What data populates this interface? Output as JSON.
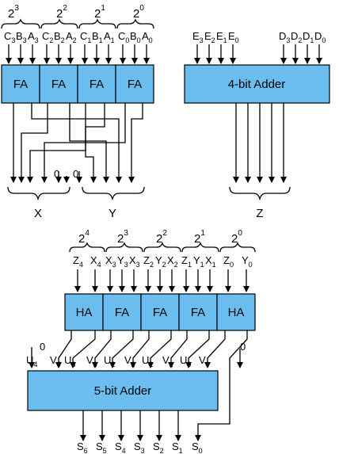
{
  "top_left": {
    "weights": [
      {
        "base": "2",
        "exp": "3"
      },
      {
        "base": "2",
        "exp": "2"
      },
      {
        "base": "2",
        "exp": "1"
      },
      {
        "base": "2",
        "exp": "0"
      }
    ],
    "inputs": [
      {
        "n": "C",
        "s": "3"
      },
      {
        "n": "B",
        "s": "3"
      },
      {
        "n": "A",
        "s": "3"
      },
      {
        "n": "C",
        "s": "2"
      },
      {
        "n": "B",
        "s": "2"
      },
      {
        "n": "A",
        "s": "2"
      },
      {
        "n": "C",
        "s": "1"
      },
      {
        "n": "B",
        "s": "1"
      },
      {
        "n": "A",
        "s": "1"
      },
      {
        "n": "C",
        "s": "0"
      },
      {
        "n": "B",
        "s": "0"
      },
      {
        "n": "A",
        "s": "0"
      }
    ],
    "blocks": [
      "FA",
      "FA",
      "FA",
      "FA"
    ],
    "zero_x": "0",
    "zero_y": "0",
    "group_x": "X",
    "group_y": "Y"
  },
  "top_right": {
    "inputs_e": [
      {
        "n": "E",
        "s": "3"
      },
      {
        "n": "E",
        "s": "2"
      },
      {
        "n": "E",
        "s": "1"
      },
      {
        "n": "E",
        "s": "0"
      }
    ],
    "inputs_d": [
      {
        "n": "D",
        "s": "3"
      },
      {
        "n": "D",
        "s": "2"
      },
      {
        "n": "D",
        "s": "1"
      },
      {
        "n": "D",
        "s": "0"
      }
    ],
    "adder": "4-bit Adder",
    "group_z": "Z"
  },
  "bottom": {
    "weights": [
      {
        "base": "2",
        "exp": "4"
      },
      {
        "base": "2",
        "exp": "3"
      },
      {
        "base": "2",
        "exp": "2"
      },
      {
        "base": "2",
        "exp": "1"
      },
      {
        "base": "2",
        "exp": "0"
      }
    ],
    "inputs": [
      {
        "n": "Z",
        "s": "4"
      },
      {
        "n": "X",
        "s": "4"
      },
      {
        "n": "X",
        "s": "3"
      },
      {
        "n": "Y",
        "s": "3"
      },
      {
        "n": "X",
        "s": "3"
      },
      {
        "n": "Z",
        "s": "2"
      },
      {
        "n": "Y",
        "s": "2"
      },
      {
        "n": "X",
        "s": "2"
      },
      {
        "n": "Z",
        "s": "1"
      },
      {
        "n": "Y",
        "s": "1"
      },
      {
        "n": "X",
        "s": "1"
      },
      {
        "n": "Z",
        "s": "0"
      },
      {
        "n": "Y",
        "s": "0"
      }
    ],
    "blocks": [
      "HA",
      "FA",
      "FA",
      "FA",
      "HA"
    ],
    "adder_inputs": [
      {
        "n": "U",
        "s": "4"
      },
      {
        "n": "V",
        "s": "4"
      },
      {
        "n": "U",
        "s": "3"
      },
      {
        "n": "V",
        "s": "3"
      },
      {
        "n": "U",
        "s": "2"
      },
      {
        "n": "V",
        "s": "2"
      },
      {
        "n": "U",
        "s": "1"
      },
      {
        "n": "V",
        "s": "1"
      },
      {
        "n": "U",
        "s": "0"
      },
      {
        "n": "V",
        "s": "0"
      }
    ],
    "zero_left": "0",
    "zero_right": "0",
    "adder": "5-bit Adder",
    "outputs": [
      {
        "n": "S",
        "s": "6"
      },
      {
        "n": "S",
        "s": "5"
      },
      {
        "n": "S",
        "s": "4"
      },
      {
        "n": "S",
        "s": "3"
      },
      {
        "n": "S",
        "s": "2"
      },
      {
        "n": "S",
        "s": "1"
      },
      {
        "n": "S",
        "s": "0"
      }
    ]
  }
}
